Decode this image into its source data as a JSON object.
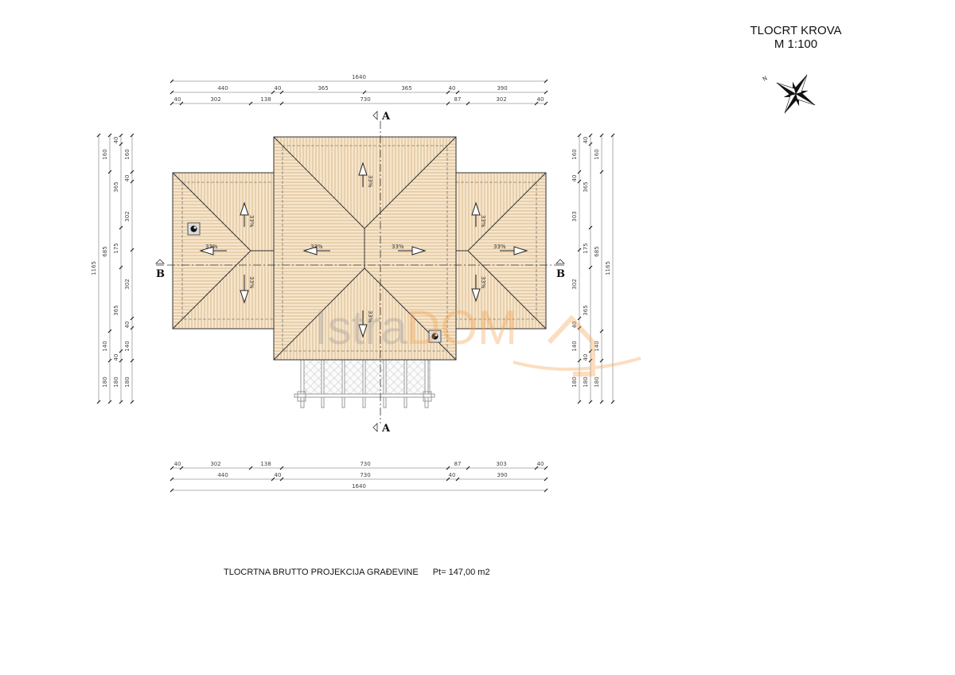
{
  "header": {
    "title": "TLOCRT KROVA",
    "scale": "M 1:100",
    "north_label": "N"
  },
  "dimensions": {
    "top": {
      "row1": [
        "1640"
      ],
      "row2": [
        "440",
        "40",
        "365",
        "365",
        "40",
        "390"
      ],
      "row3": [
        "40",
        "302",
        "138",
        "730",
        "87",
        "302",
        "40"
      ]
    },
    "bottom": {
      "row1": [
        "40",
        "302",
        "138",
        "730",
        "87",
        "303",
        "40"
      ],
      "row2": [
        "440",
        "40",
        "730",
        "40",
        "390"
      ],
      "row3": [
        "1640"
      ]
    },
    "left": {
      "outer": [
        "1165"
      ],
      "second": [
        "160",
        "685",
        "140",
        "180"
      ],
      "third": [
        "40",
        "365",
        "175",
        "365",
        "40",
        "180"
      ],
      "inner": [
        "160",
        "40",
        "302",
        "302",
        "40",
        "140",
        "180"
      ]
    },
    "right": {
      "inner": [
        "160",
        "40",
        "303",
        "302",
        "40",
        "140",
        "180"
      ],
      "third": [
        "40",
        "365",
        "175",
        "365",
        "40",
        "180"
      ],
      "second": [
        "160",
        "685",
        "140",
        "180"
      ],
      "outer": [
        "1165"
      ]
    }
  },
  "sections": {
    "a_top": "A",
    "a_bottom": "A",
    "b_left": "B",
    "b_right": "B"
  },
  "roof": {
    "slope_label": "33%",
    "fill_color": "#f6e6cc",
    "stripe_color": "#d9b88c",
    "edge_color": "#333333"
  },
  "footer": {
    "label": "TLOCRTNA BRUTTO PROJEKCIJA GRAĐEVINE",
    "area": "Pt= 147,00 m2"
  },
  "watermark": {
    "text_part1": "Istra",
    "text_part2": "DOM",
    "accent_color": "#f5a04a"
  }
}
